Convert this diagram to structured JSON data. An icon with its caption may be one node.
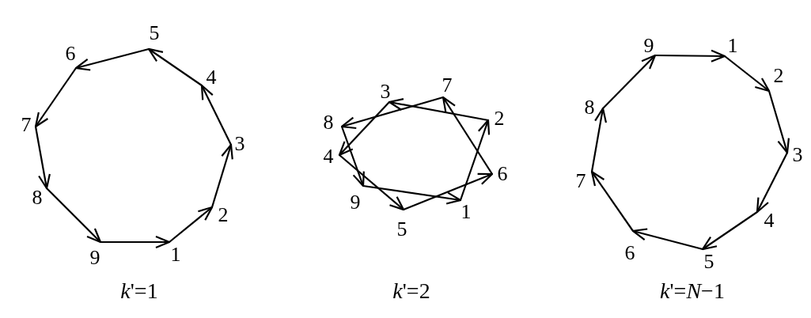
{
  "diagram": {
    "nodes": [
      {
        "text": [
          "1"
        ]
      },
      {
        "text": [
          "2"
        ]
      },
      {
        "text": [
          "3"
        ]
      },
      {
        "text": [
          "4"
        ]
      },
      {
        "text": [
          "5"
        ]
      },
      {
        "text": [
          "6"
        ]
      },
      {
        "text": [
          "7"
        ]
      },
      {
        "text": [
          "8"
        ]
      },
      {
        "text": [
          "9"
        ]
      },
      {
        "text": [
          "1"
        ]
      },
      {
        "text": [
          "2"
        ]
      },
      {
        "text": [
          "3"
        ]
      },
      {
        "text": [
          "4"
        ]
      },
      {
        "text": [
          "5"
        ]
      },
      {
        "text": [
          "6"
        ]
      },
      {
        "text": [
          "7"
        ]
      },
      {
        "text": [
          "8"
        ]
      },
      {
        "text": [
          "9"
        ]
      },
      {
        "text": [
          "1"
        ]
      },
      {
        "text": [
          "2"
        ]
      },
      {
        "text": [
          "3"
        ]
      },
      {
        "text": [
          "4"
        ]
      },
      {
        "text": [
          "5"
        ]
      },
      {
        "text": [
          "6"
        ]
      },
      {
        "text": [
          "7"
        ]
      },
      {
        "text": [
          "8"
        ]
      },
      {
        "text": [
          "9"
        ]
      }
    ],
    "edges": [
      {
        "from": 0,
        "to": 1,
        "arrow": "to"
      },
      {
        "from": 1,
        "to": 2,
        "arrow": "to"
      },
      {
        "from": 2,
        "to": 3,
        "arrow": "to"
      },
      {
        "from": 3,
        "to": 4,
        "arrow": "to"
      },
      {
        "from": 4,
        "to": 5,
        "arrow": "to"
      },
      {
        "from": 5,
        "to": 6,
        "arrow": "to"
      },
      {
        "from": 6,
        "to": 7,
        "arrow": "to"
      },
      {
        "from": 7,
        "to": 8,
        "arrow": "to"
      },
      {
        "from": 8,
        "to": 0,
        "arrow": "to"
      },
      {
        "from": 9,
        "to": 10,
        "arrow": "to"
      },
      {
        "from": 10,
        "to": 11,
        "arrow": "to"
      },
      {
        "from": 11,
        "to": 12,
        "arrow": "to"
      },
      {
        "from": 12,
        "to": 13,
        "arrow": "to"
      },
      {
        "from": 13,
        "to": 14,
        "arrow": "to"
      },
      {
        "from": 14,
        "to": 15,
        "arrow": "to"
      },
      {
        "from": 15,
        "to": 16,
        "arrow": "to"
      },
      {
        "from": 16,
        "to": 17,
        "arrow": "to"
      },
      {
        "from": 17,
        "to": 9,
        "arrow": "to"
      },
      {
        "from": 18,
        "to": 19,
        "arrow": "to"
      },
      {
        "from": 19,
        "to": 20,
        "arrow": "to"
      },
      {
        "from": 20,
        "to": 21,
        "arrow": "to"
      },
      {
        "from": 21,
        "to": 22,
        "arrow": "to"
      },
      {
        "from": 22,
        "to": 23,
        "arrow": "to"
      },
      {
        "from": 23,
        "to": 24,
        "arrow": "to"
      },
      {
        "from": 24,
        "to": 25,
        "arrow": "to"
      },
      {
        "from": 25,
        "to": 26,
        "arrow": "to"
      },
      {
        "from": 26,
        "to": 18,
        "arrow": "to"
      }
    ],
    "labels": [
      "*k*'=1",
      "*k*'=2",
      "*k*'=*N*−1"
    ]
  }
}
